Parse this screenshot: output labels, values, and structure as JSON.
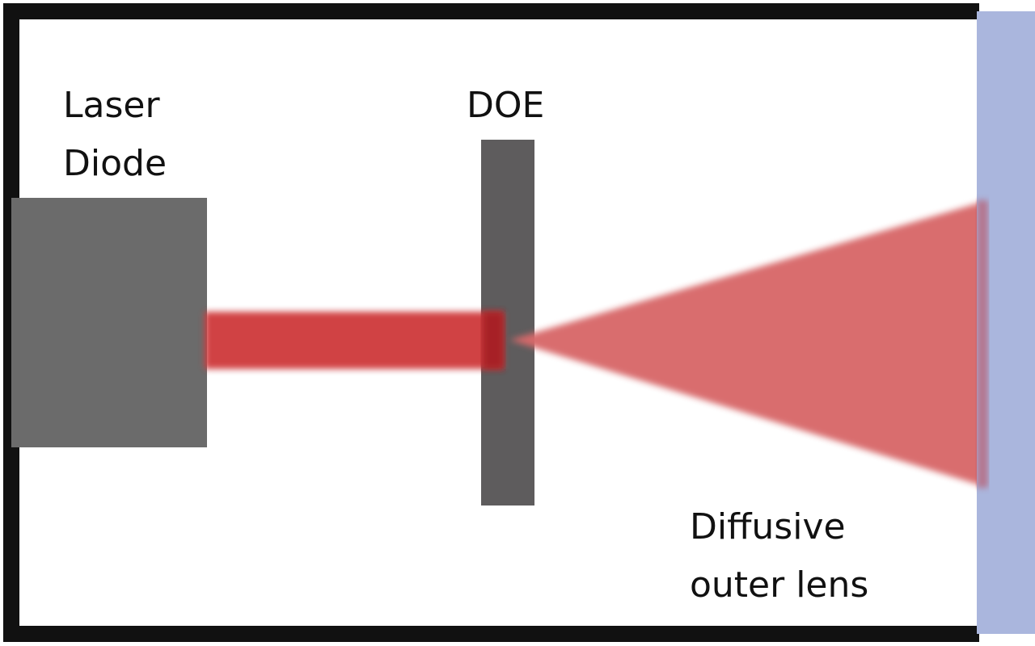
{
  "labels": {
    "laser_diode": [
      "Laser",
      "Diode"
    ],
    "doe": "DOE",
    "lens": [
      "Diffusive",
      "outer lens"
    ]
  },
  "colors": {
    "housing": "#111111",
    "laser_block": "#6b6b6b",
    "doe_plate": "#5e5c5d",
    "lens": "#aab6dd",
    "beam": "#cf3b3e",
    "beam_overlap": "#a11d22",
    "cone": "#d8696a"
  }
}
